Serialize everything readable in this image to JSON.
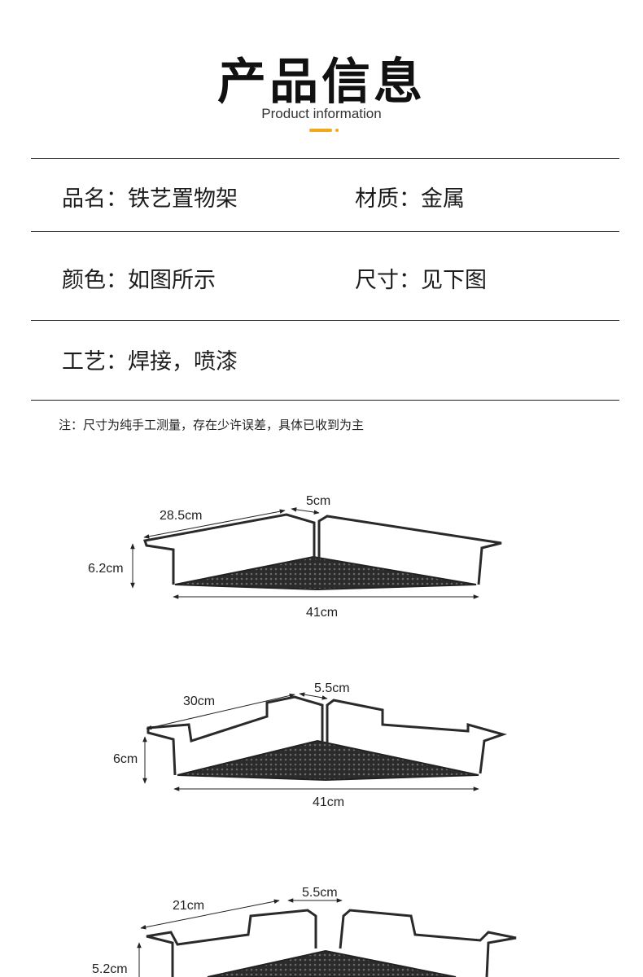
{
  "header": {
    "title": "产品信息",
    "subtitle": "Product information",
    "accent_color": "#f2a81d"
  },
  "specs": [
    {
      "label": "品名：",
      "value": "铁艺置物架"
    },
    {
      "label": "材质：",
      "value": "金属"
    },
    {
      "label": "颜色：",
      "value": "如图所示"
    },
    {
      "label": "尺寸：",
      "value": "见下图"
    },
    {
      "label": "工艺：",
      "value": "焊接，喷漆"
    }
  ],
  "note": "注：尺寸为纯手工测量，存在少许误差，具体已收到为主",
  "products": [
    {
      "side": "28.5cm",
      "gap": "5cm",
      "height": "6.2cm",
      "width": "41cm"
    },
    {
      "side": "30cm",
      "gap": "5.5cm",
      "height": "6cm",
      "width": "41cm"
    },
    {
      "side": "21cm",
      "gap": "5.5cm",
      "height": "5.2cm"
    }
  ]
}
